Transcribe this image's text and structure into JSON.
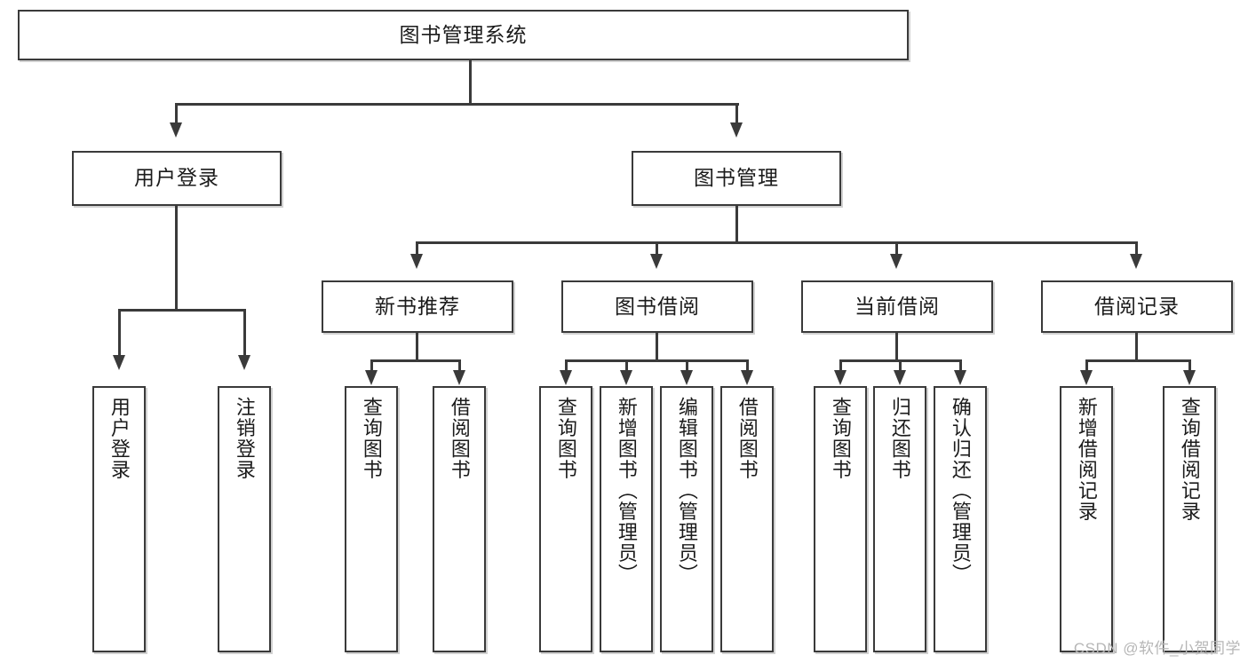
{
  "diagram": {
    "title": "图书管理系统",
    "watermark": "CSDN @软件_小贺同学",
    "levels": {
      "root": {
        "label": "图书管理系统"
      },
      "level2": [
        {
          "label": "用户登录"
        },
        {
          "label": "图书管理"
        }
      ],
      "level3": [
        {
          "label": "新书推荐"
        },
        {
          "label": "图书借阅"
        },
        {
          "label": "当前借阅"
        },
        {
          "label": "借阅记录"
        }
      ],
      "leaves": {
        "user_login": [
          {
            "label": "用户登录"
          },
          {
            "label": "注销登录"
          }
        ],
        "new_book_recommend": [
          {
            "label": "查询图书"
          },
          {
            "label": "借阅图书"
          }
        ],
        "book_borrow": [
          {
            "label": "查询图书"
          },
          {
            "label": "新增图书（管理员）"
          },
          {
            "label": "编辑图书（管理员）"
          },
          {
            "label": "借阅图书"
          }
        ],
        "current_borrow": [
          {
            "label": "查询图书"
          },
          {
            "label": "归还图书"
          },
          {
            "label": "确认归还（管理员）"
          }
        ],
        "borrow_record": [
          {
            "label": "新增借阅记录"
          },
          {
            "label": "查询借阅记录"
          }
        ]
      }
    }
  }
}
